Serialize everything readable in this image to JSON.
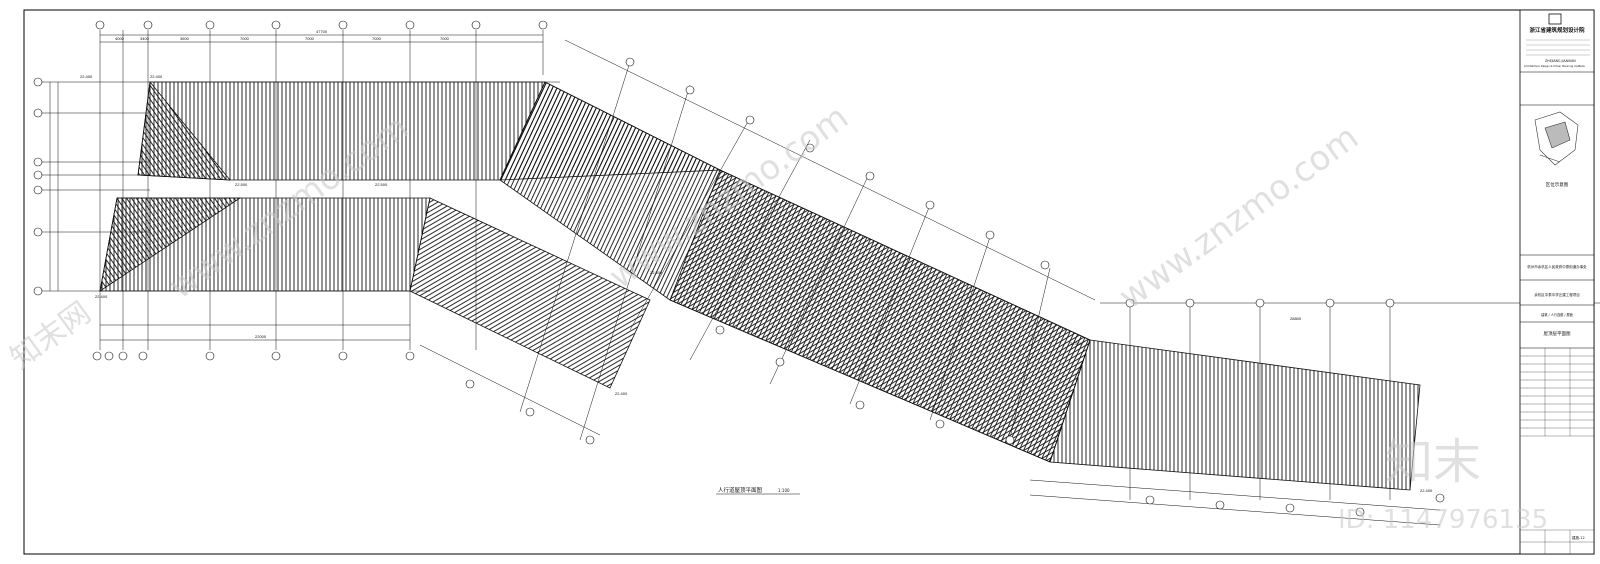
{
  "drawing": {
    "plan_title": "人行道屋顶平面图",
    "plan_scale": "1:100"
  },
  "title_block": {
    "institute_cn": "浙江省建筑规划设计院",
    "institute_en": "Architecture Design & Urban Planning Institute",
    "institute_city": "ZHEJIANG  JIANXIAN",
    "key_plan_label": "区位示意图",
    "client": "杭州市余杭区人民政府中泰街道办事处",
    "project": "余杭区中泰中学迁建工程项目",
    "specialty": "建筑 / 人行连廊 / 屋面",
    "sheet_name": "屋顶层平面图",
    "sheet_no": "建施-12"
  },
  "levels": [
    "22.400",
    "22.400",
    "22.500",
    "22.500",
    "22.400",
    "22.400",
    "22.500",
    "22.500",
    "22.400"
  ],
  "dimensions": [
    "4000",
    "3400",
    "3600",
    "7000",
    "7000",
    "7000",
    "7000",
    "47700",
    "22000",
    "28800"
  ],
  "watermarks": {
    "site": "www.znzmo.com",
    "brand": "知末网",
    "logo_text": "知末",
    "id_text": "ID: 1147976135"
  },
  "colors": {
    "line": "#111111",
    "border": "#000000",
    "watermark": "#c8c8c8",
    "background": "#ffffff"
  }
}
